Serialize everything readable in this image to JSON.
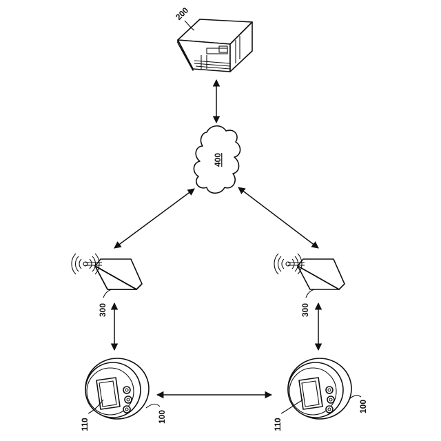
{
  "labels": {
    "server": "200",
    "network": "400",
    "gateway_left": "300",
    "gateway_right": "300",
    "meter_left_body": "100",
    "meter_left_display": "110",
    "meter_right_body": "100",
    "meter_right_display": "110"
  },
  "colors": {
    "line": "#111111",
    "background": "#ffffff"
  }
}
